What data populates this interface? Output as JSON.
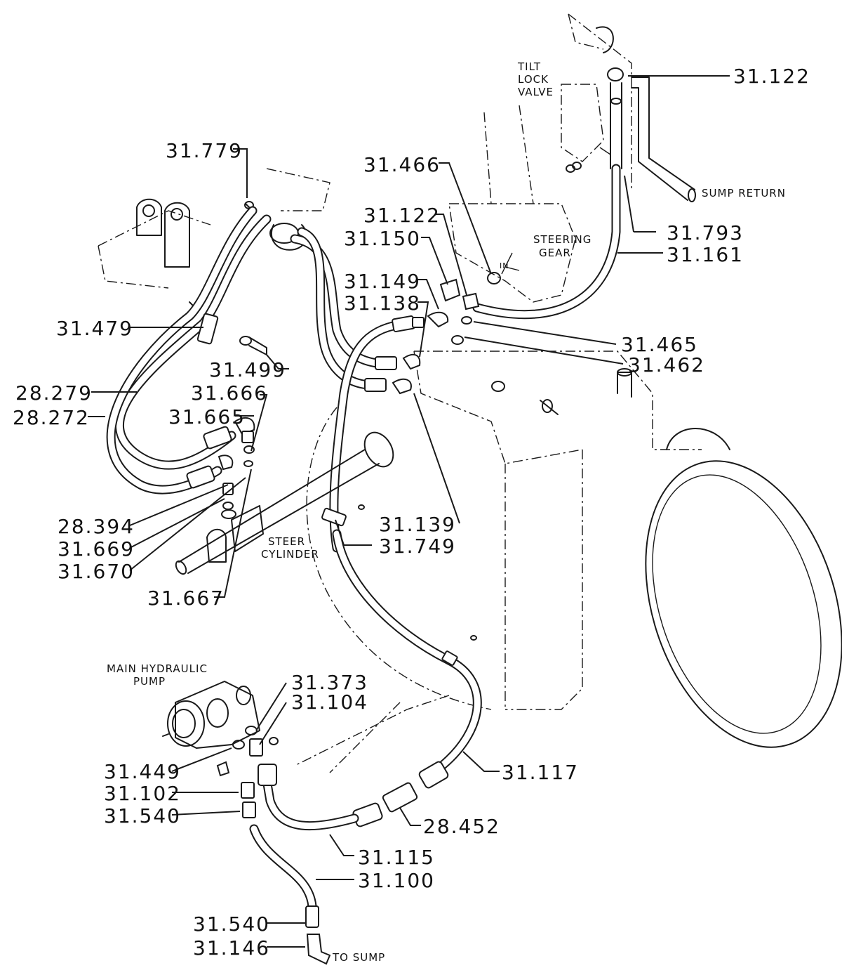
{
  "part_numbers": {
    "p31_122_top": "31.122",
    "p31_779": "31.779",
    "p31_466": "31.466",
    "p31_122_mid": "31.122",
    "p31_150": "31.150",
    "p31_793": "31.793",
    "p31_161": "31.161",
    "p31_149": "31.149",
    "p31_138": "31.138",
    "p31_479": "31.479",
    "p31_465": "31.465",
    "p31_462": "31.462",
    "p31_499": "31.499",
    "p28_279": "28.279",
    "p31_666": "31.666",
    "p28_272": "28.272",
    "p31_665": "31.665",
    "p28_394": "28.394",
    "p31_139": "31.139",
    "p31_749": "31.749",
    "p31_669": "31.669",
    "p31_670": "31.670",
    "p31_667": "31.667",
    "p31_373": "31.373",
    "p31_104": "31.104",
    "p31_449": "31.449",
    "p31_117": "31.117",
    "p31_102": "31.102",
    "p31_540_top": "31.540",
    "p28_452": "28.452",
    "p31_115": "31.115",
    "p31_100": "31.100",
    "p31_540_bot": "31.540",
    "p31_146": "31.146"
  },
  "labels": {
    "tilt_lock_valve": [
      "TILT",
      "LOCK",
      "VALVE"
    ],
    "sump_return": "SUMP RETURN",
    "steering_gear": [
      "STEERING",
      "GEAR"
    ],
    "steer_cylinder": [
      "STEER",
      "CYLINDER"
    ],
    "main_hydraulic_pump": [
      "MAIN HYDRAULIC",
      "PUMP"
    ],
    "to_sump": "TO SUMP",
    "port_in": "IN"
  }
}
